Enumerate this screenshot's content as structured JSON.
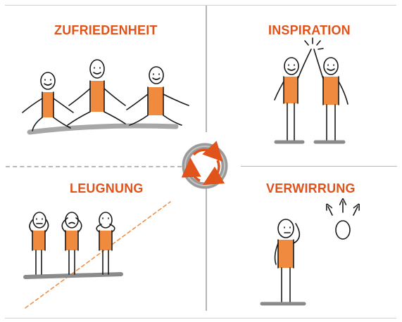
{
  "quadrants": {
    "top_left": {
      "title": "ZUFRIEDENHEIT"
    },
    "top_right": {
      "title": "INSPIRATION"
    },
    "bottom_left": {
      "title": "LEUGNUNG"
    },
    "bottom_right": {
      "title": "VERWIRRUNG"
    }
  },
  "colors": {
    "accent": "#e0531a",
    "body": "#f08a3e",
    "ground": "#8a8a8a",
    "cycle_ring": "#9a9a9a"
  },
  "icons": [
    "smiling-figure",
    "high-five-figures",
    "hands-over-eyes-ears-mouth-figures",
    "head-scratching-figure",
    "cycle-arrows-icon"
  ]
}
